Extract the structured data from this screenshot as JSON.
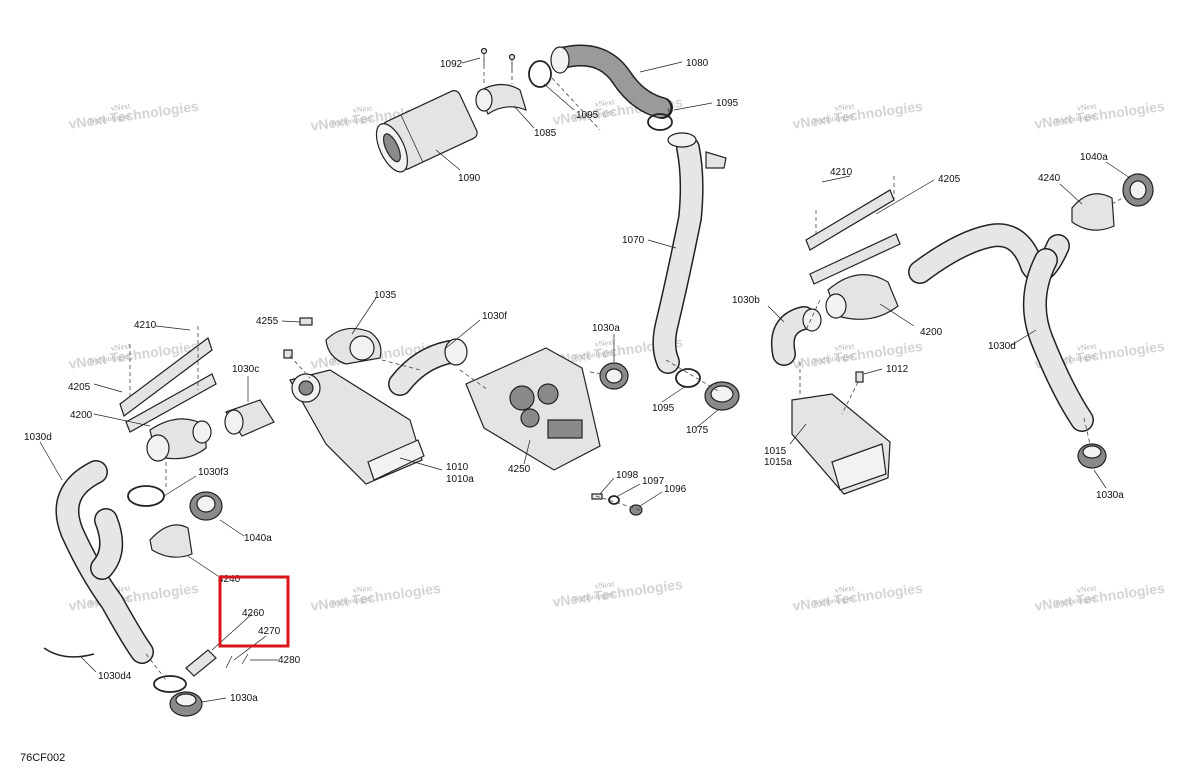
{
  "document_id": "76CF002",
  "watermark": {
    "line1": "vNext",
    "line2": "Technologies",
    "big": "vNext Technologies"
  },
  "highlight_color": "#d9141b",
  "labels": {
    "l1092": "1092",
    "l1080": "1080",
    "l1085": "1085",
    "l1095a": "1095",
    "l1095b": "1095",
    "l1090": "1090",
    "l1070": "1070",
    "l4210r": "4210",
    "l4205r": "4205",
    "l1040ar": "1040a",
    "l4240r": "4240",
    "l1030b": "1030b",
    "l4200r": "4200",
    "l1030dr": "1030d",
    "l1012": "1012",
    "l1015": "1015",
    "l1015a": "1015a",
    "l1030ar": "1030a",
    "l1035": "1035",
    "l4255": "4255",
    "l1030f": "1030f",
    "l1030am": "1030a",
    "l4210l": "4210",
    "l4205l": "4205",
    "l4200l": "4200",
    "l1030c": "1030c",
    "l1010": "1010",
    "l1010a": "1010a",
    "l4250": "4250",
    "l1095c": "1095",
    "l1075": "1075",
    "l1098": "1098",
    "l1097": "1097",
    "l1096": "1096",
    "l1030dl": "1030d",
    "l1030f3": "1030f3",
    "l1040al": "1040a",
    "l4240l": "4240",
    "l4260": "4260",
    "l4270": "4270",
    "l4280": "4280",
    "l1030d4": "1030d4",
    "l1030al": "1030a"
  }
}
